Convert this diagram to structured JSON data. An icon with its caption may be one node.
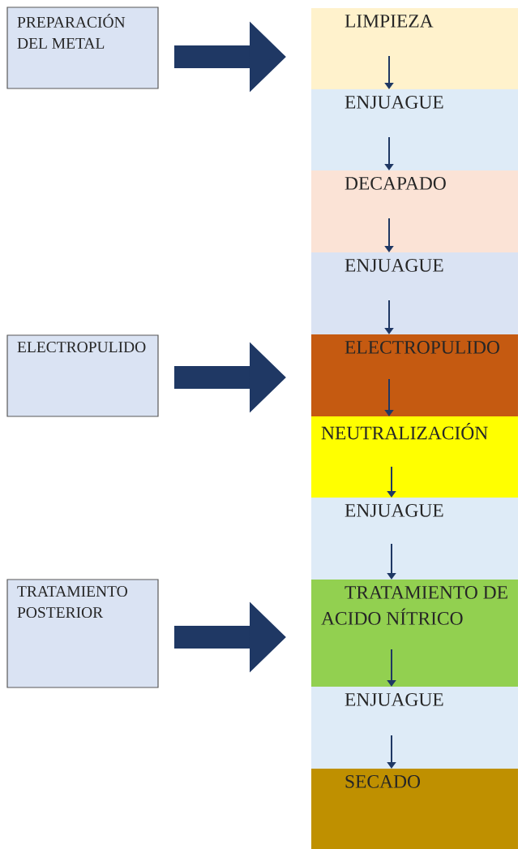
{
  "diagram": {
    "nodes": [
      {
        "text": [
          "PREPARACIÓN DEL METAL"
        ]
      },
      {
        "text": [
          "LIMPIEZA"
        ]
      },
      {
        "text": [
          "ENJUAGUE"
        ]
      },
      {
        "text": [
          "DECAPADO"
        ]
      },
      {
        "text": [
          "ENJUAGUE"
        ]
      },
      {
        "text": [
          "ELECTROPULIDO"
        ]
      },
      {
        "text": [
          "ELECTROPULIDO"
        ]
      },
      {
        "text": [
          "NEUTRALIZACIÓN"
        ]
      },
      {
        "text": [
          "ENJUAGUE"
        ]
      },
      {
        "text": [
          "TRATAMIENTO POSTERIOR"
        ]
      },
      {
        "text": [
          "TRATAMIENTO DE ACIDO NÍTRICO"
        ]
      },
      {
        "text": [
          "ENJUAGUE"
        ]
      },
      {
        "text": [
          "SECADO"
        ]
      }
    ],
    "edges": [
      {
        "from": 0,
        "to": 1,
        "arrow": "to",
        "style": "thick"
      },
      {
        "from": 1,
        "to": 2,
        "arrow": "to"
      },
      {
        "from": 2,
        "to": 3,
        "arrow": "to"
      },
      {
        "from": 3,
        "to": 4,
        "arrow": "to"
      },
      {
        "from": 4,
        "to": 6,
        "arrow": "to"
      },
      {
        "from": 5,
        "to": 6,
        "arrow": "to",
        "style": "thick"
      },
      {
        "from": 6,
        "to": 7,
        "arrow": "to"
      },
      {
        "from": 7,
        "to": 8,
        "arrow": "to"
      },
      {
        "from": 8,
        "to": 10,
        "arrow": "to"
      },
      {
        "from": 9,
        "to": 10,
        "arrow": "to",
        "style": "thick"
      },
      {
        "from": 10,
        "to": 11,
        "arrow": "to"
      },
      {
        "from": 11,
        "to": 12,
        "arrow": "to"
      }
    ]
  }
}
